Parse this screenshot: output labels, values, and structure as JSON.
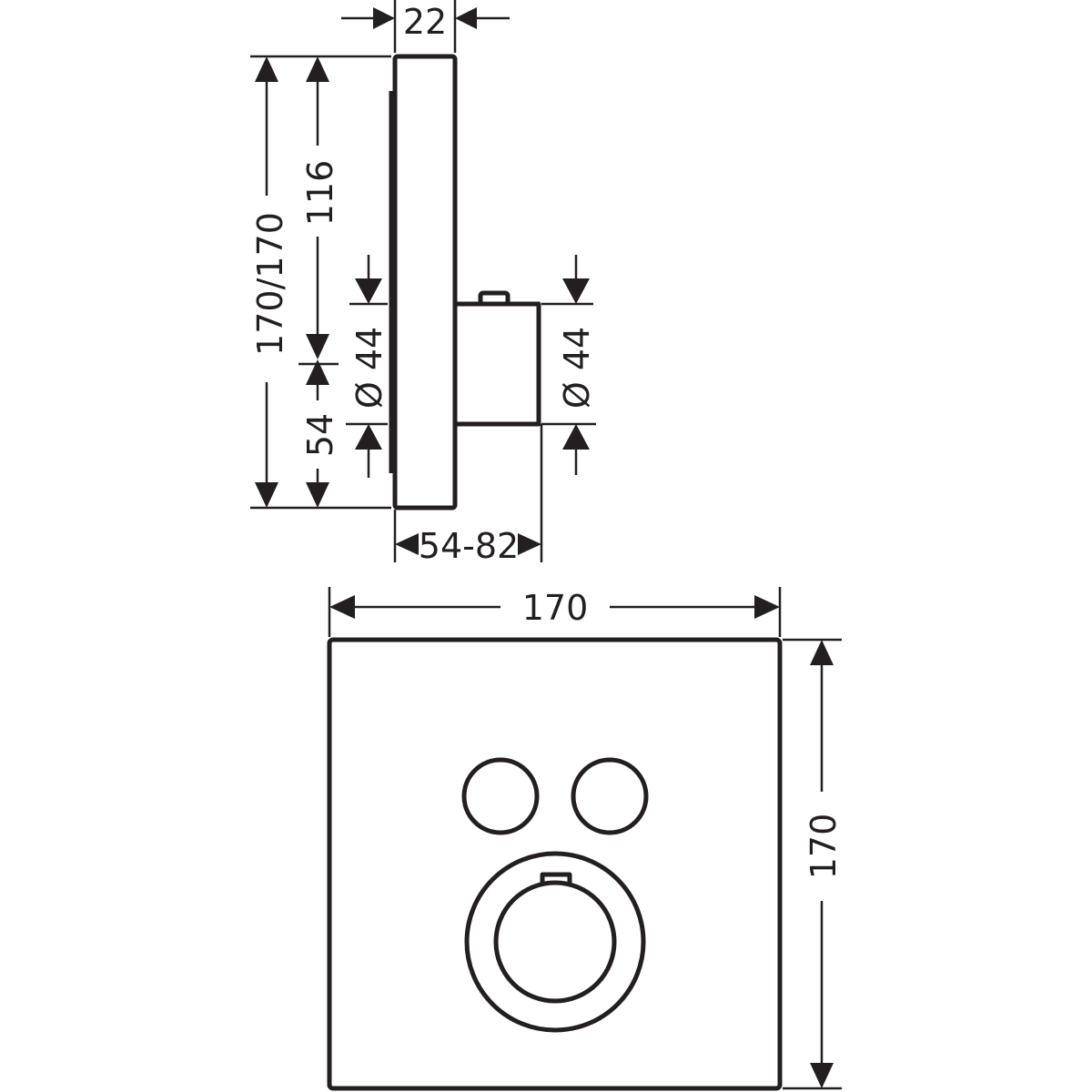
{
  "side_view": {
    "depth_label": "22",
    "total_height_label": "170/170",
    "upper_height_label": "116",
    "lower_height_label": "54",
    "diameter_left_label": "Ø 44",
    "diameter_right_label": "Ø 44",
    "projection_label": "54-82"
  },
  "front_view": {
    "width_label": "170",
    "height_label": "170"
  },
  "colors": {
    "line": "#231f20",
    "background": "#ffffff"
  }
}
